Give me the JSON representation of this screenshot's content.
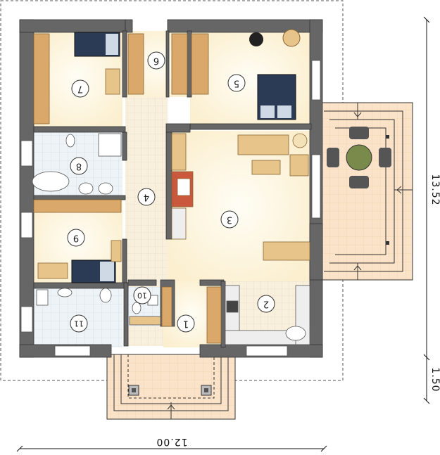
{
  "plan": {
    "rooms": [
      {
        "id": "room-1",
        "label": "1"
      },
      {
        "id": "room-2",
        "label": "2"
      },
      {
        "id": "room-3",
        "label": "3"
      },
      {
        "id": "room-4",
        "label": "4"
      },
      {
        "id": "room-5",
        "label": "5"
      },
      {
        "id": "room-6",
        "label": "6"
      },
      {
        "id": "room-7",
        "label": "7"
      },
      {
        "id": "room-8",
        "label": "8"
      },
      {
        "id": "room-9",
        "label": "9"
      },
      {
        "id": "room-10",
        "label": "10"
      },
      {
        "id": "room-11",
        "label": "11"
      }
    ],
    "dimensions": {
      "width": "12.00",
      "depth": "13.52",
      "porch": "1.50"
    },
    "colors": {
      "wall": "#5d5d5d",
      "floor_light": "#fdf3d6",
      "tile": "#f7eddb",
      "terrace": "#f9dcc0",
      "furniture": "#d9a86a",
      "bed": "#2b3a55",
      "bath_tile": "#e8f0f6"
    }
  }
}
